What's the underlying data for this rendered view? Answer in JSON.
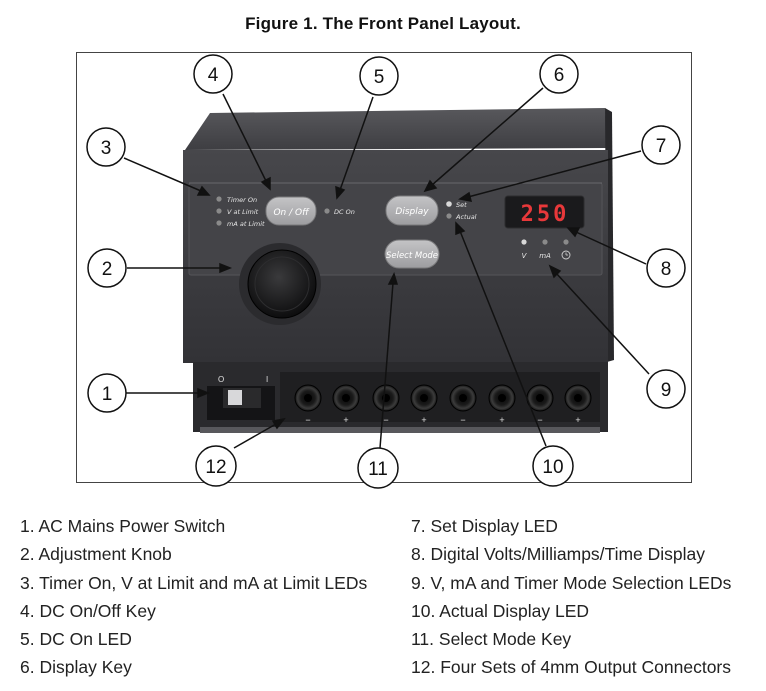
{
  "figure": {
    "title": "Figure 1.  The Front Panel Layout."
  },
  "panel": {
    "led_timer_on": "Timer On",
    "led_v_limit": "V at Limit",
    "led_ma_limit": "mA at Limit",
    "key_on_off": "On / Off",
    "led_dc_on": "DC On",
    "key_display": "Display",
    "led_set": "Set",
    "led_actual": "Actual",
    "key_select_mode": "Select Mode",
    "display_value": "250",
    "mode_v": "V",
    "mode_ma": "mA",
    "switch_off": "O",
    "switch_on": "I",
    "minus": "−",
    "plus": "+"
  },
  "callouts": [
    "1",
    "2",
    "3",
    "4",
    "5",
    "6",
    "7",
    "8",
    "9",
    "10",
    "11",
    "12"
  ],
  "legend": {
    "col1": [
      "1. AC Mains Power Switch",
      "2. Adjustment Knob",
      "3. Timer On, V at Limit and mA at Limit LEDs",
      "4. DC On/Off Key",
      "5. DC On LED",
      "6. Display Key"
    ],
    "col2": [
      "7. Set Display LED",
      "8. Digital Volts/Milliamps/Time Display",
      "9. V, mA and Timer Mode Selection LEDs",
      "10. Actual Display LED",
      "11. Select Mode Key",
      "12. Four Sets of 4mm Output Connectors"
    ]
  },
  "colors": {
    "case_dark": "#3a3a3e",
    "panel": "#4a4a4e",
    "key": "#b2b2b4",
    "display_red": "#e8383a",
    "led_grey": "#8a8a8a"
  }
}
